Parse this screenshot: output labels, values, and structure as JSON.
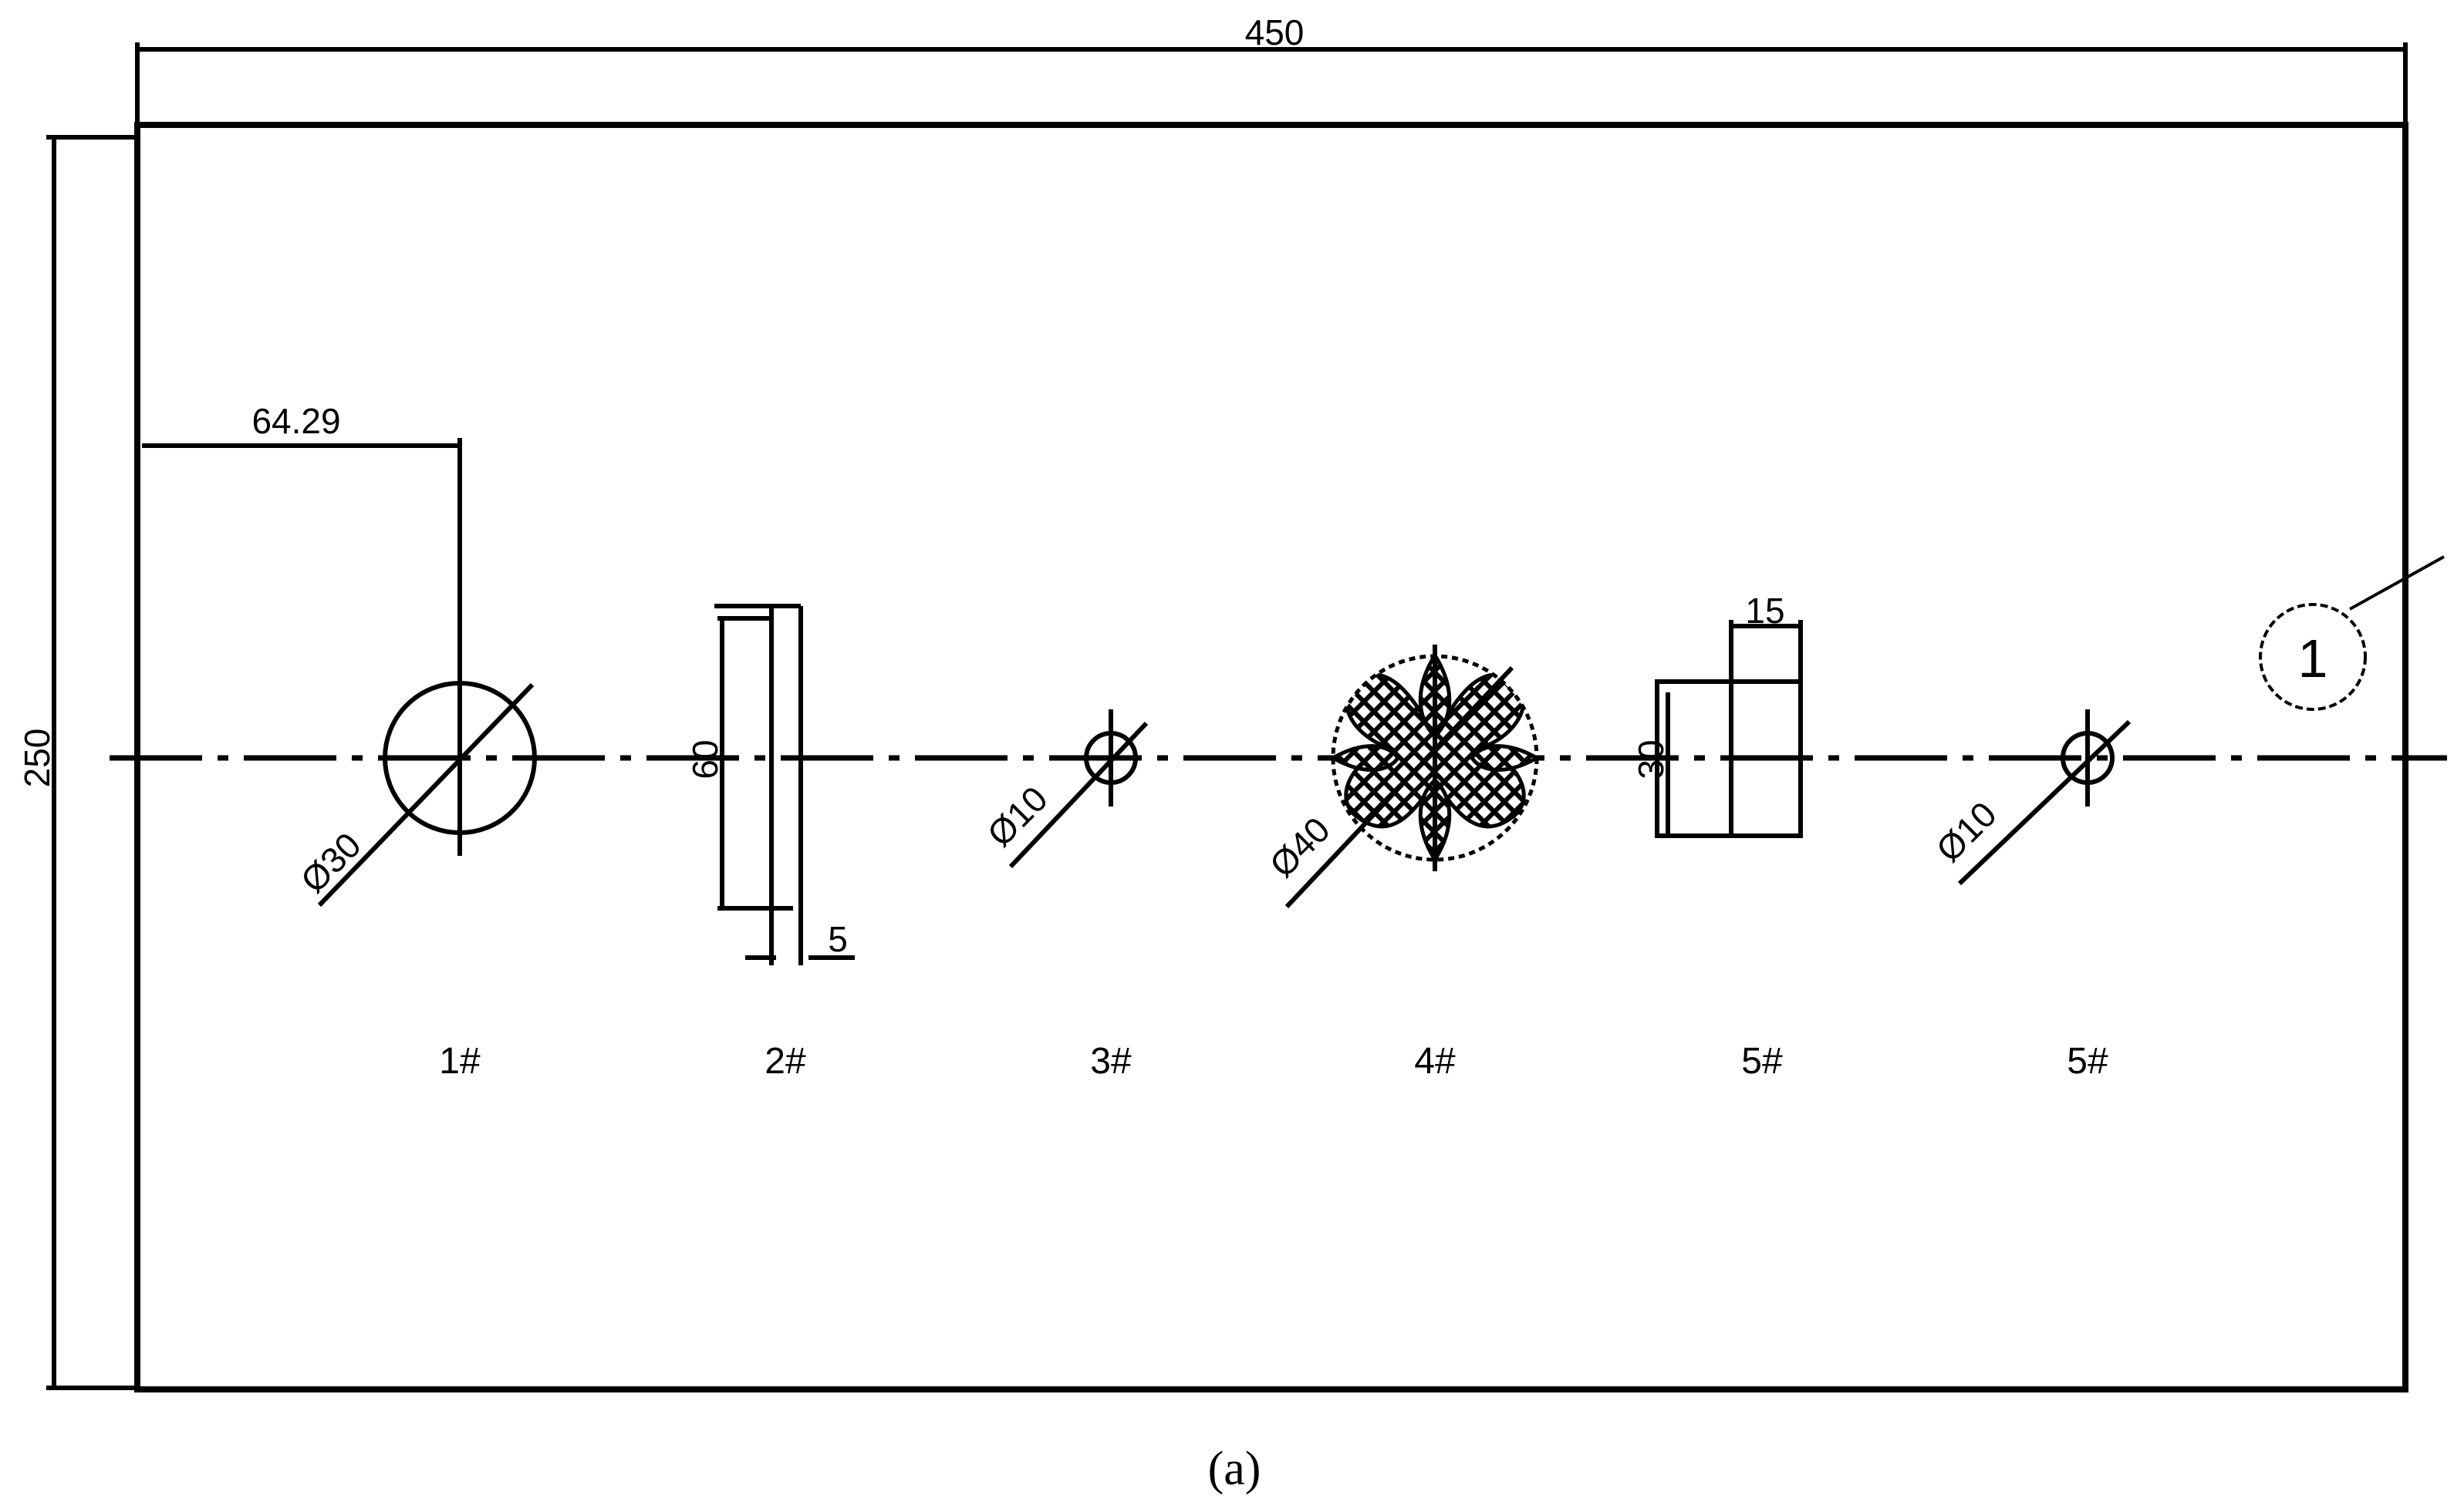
{
  "dimensions": {
    "overall_width": "450",
    "overall_height": "250",
    "offset_to_first": "64.29"
  },
  "features": [
    {
      "label": "1#",
      "dimension": "Ø30"
    },
    {
      "label": "2#",
      "dimension_length": "60",
      "dimension_width": "5"
    },
    {
      "label": "3#",
      "dimension": "Ø10"
    },
    {
      "label": "4#",
      "dimension": "Ø40"
    },
    {
      "label": "5#",
      "dimension_width": "15",
      "dimension_height": "30"
    },
    {
      "label": "5#",
      "dimension": "Ø10"
    }
  ],
  "balloon": "1",
  "caption": "(a)",
  "colors": {
    "ink": "#000000",
    "paper": "#ffffff"
  }
}
